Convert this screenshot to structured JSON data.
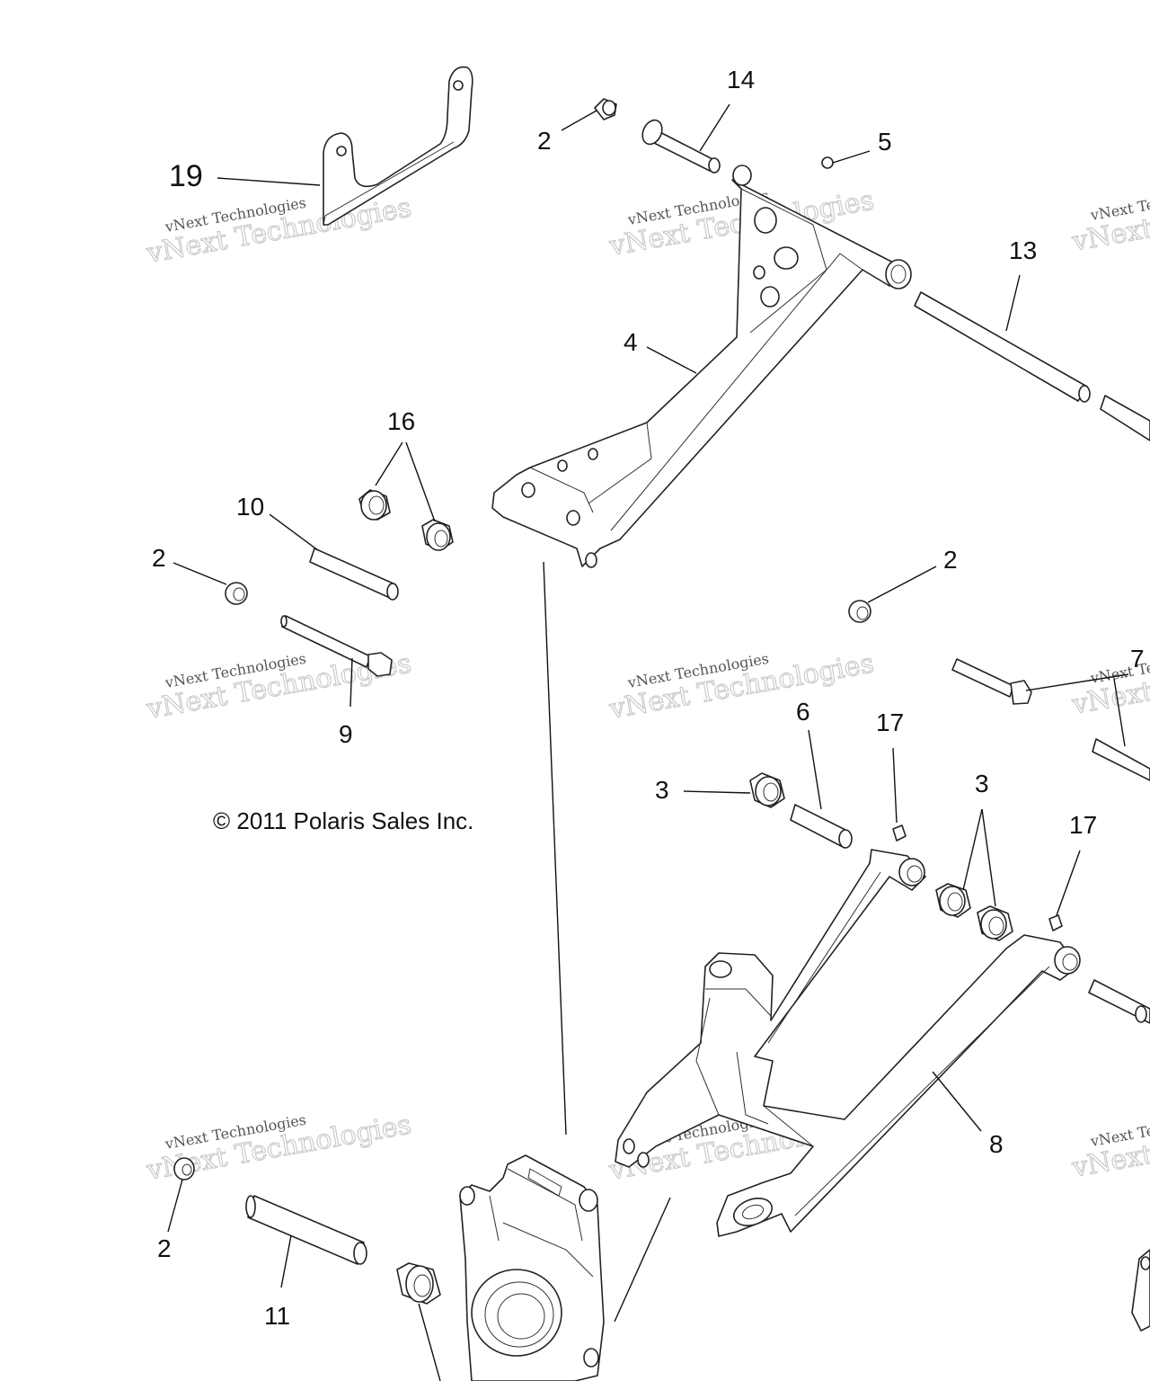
{
  "copyright": "© 2011 Polaris Sales Inc.",
  "watermark": {
    "line1": "vNext Technologies",
    "line2": "vNext Technologies"
  },
  "callouts": {
    "c2a": "2",
    "c2b": "2",
    "c2c": "2",
    "c2d": "2",
    "c3a": "3",
    "c3b": "3",
    "c4": "4",
    "c5": "5",
    "c6": "6",
    "c7": "7",
    "c8": "8",
    "c9": "9",
    "c10": "10",
    "c11": "11",
    "c13": "13",
    "c14": "14",
    "c16": "16",
    "c17a": "17",
    "c17b": "17",
    "c19": "19"
  }
}
